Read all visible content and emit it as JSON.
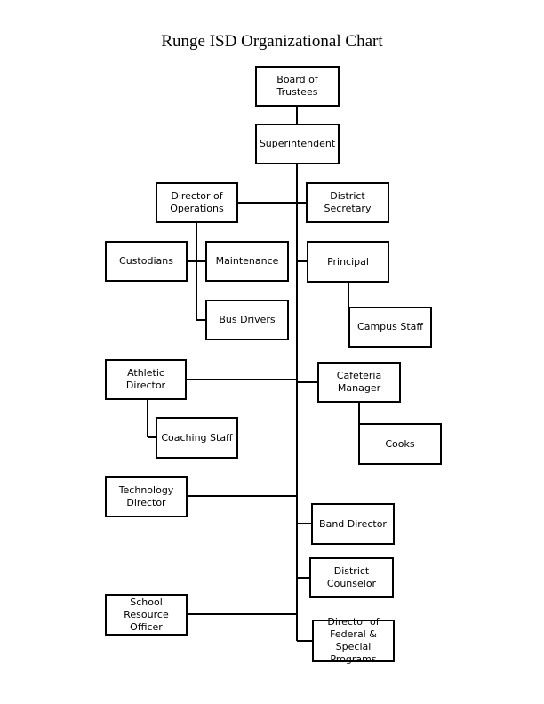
{
  "title": "Runge ISD Organizational Chart",
  "boxes": {
    "board": "Board of\nTrustees",
    "superintendent": "Superintendent",
    "dir_operations": "Director of\nOperations",
    "district_secretary": "District Secretary",
    "custodians": "Custodians",
    "maintenance": "Maintenance",
    "principal": "Principal",
    "bus_drivers": "Bus Drivers",
    "campus_staff": "Campus Staff",
    "athletic_director": "Athletic Director",
    "cafeteria_manager": "Cafeteria\nManager",
    "coaching_staff": "Coaching Staff",
    "cooks": "Cooks",
    "technology_director": "Technology\nDirector",
    "band_director": "Band Director",
    "district_counselor": "District\nCounselor",
    "school_resource_officer": "School Resource\nOfficer",
    "dir_federal_special": "Director of\nFederal & Special\nPrograms"
  }
}
